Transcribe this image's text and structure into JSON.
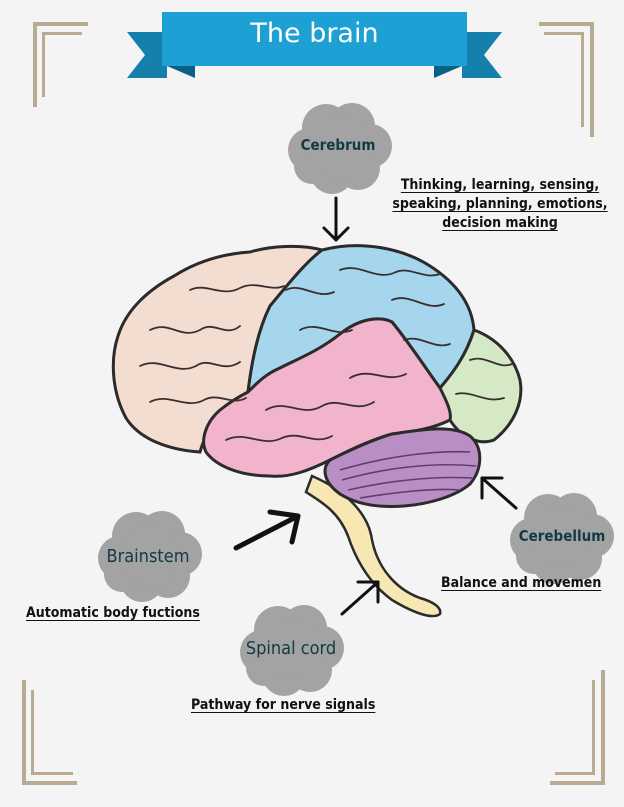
{
  "title": "The brain",
  "colors": {
    "banner": "#1da0d3",
    "banner_dark": "#0a6f9a",
    "frame": "#b9ab92",
    "frontal_lobe": "#f3ddd0",
    "parietal_lobe": "#a5d6ee",
    "temporal_lobe": "#f2b3cc",
    "occipital_lobe": "#d5e9c6",
    "cerebellum": "#b88ec4",
    "brainstem": "#f7e7b3",
    "cloud": "#a3a3a3"
  },
  "regions": {
    "cerebrum": {
      "label": "Cerebrum",
      "description": [
        "Thinking, learning, sensing,",
        "speaking, planning, emotions,",
        "decision making"
      ]
    },
    "brainstem": {
      "label": "Brainstem",
      "description": [
        "Automatic body fuctions"
      ]
    },
    "cerebellum": {
      "label": "Cerebellum",
      "description": [
        "Balance and movemen"
      ]
    },
    "spinal_cord": {
      "label": "Spinal cord",
      "description": [
        "Pathway for nerve signals"
      ]
    }
  },
  "icons": [
    "cloud-brain-icon",
    "arrow-icon"
  ]
}
